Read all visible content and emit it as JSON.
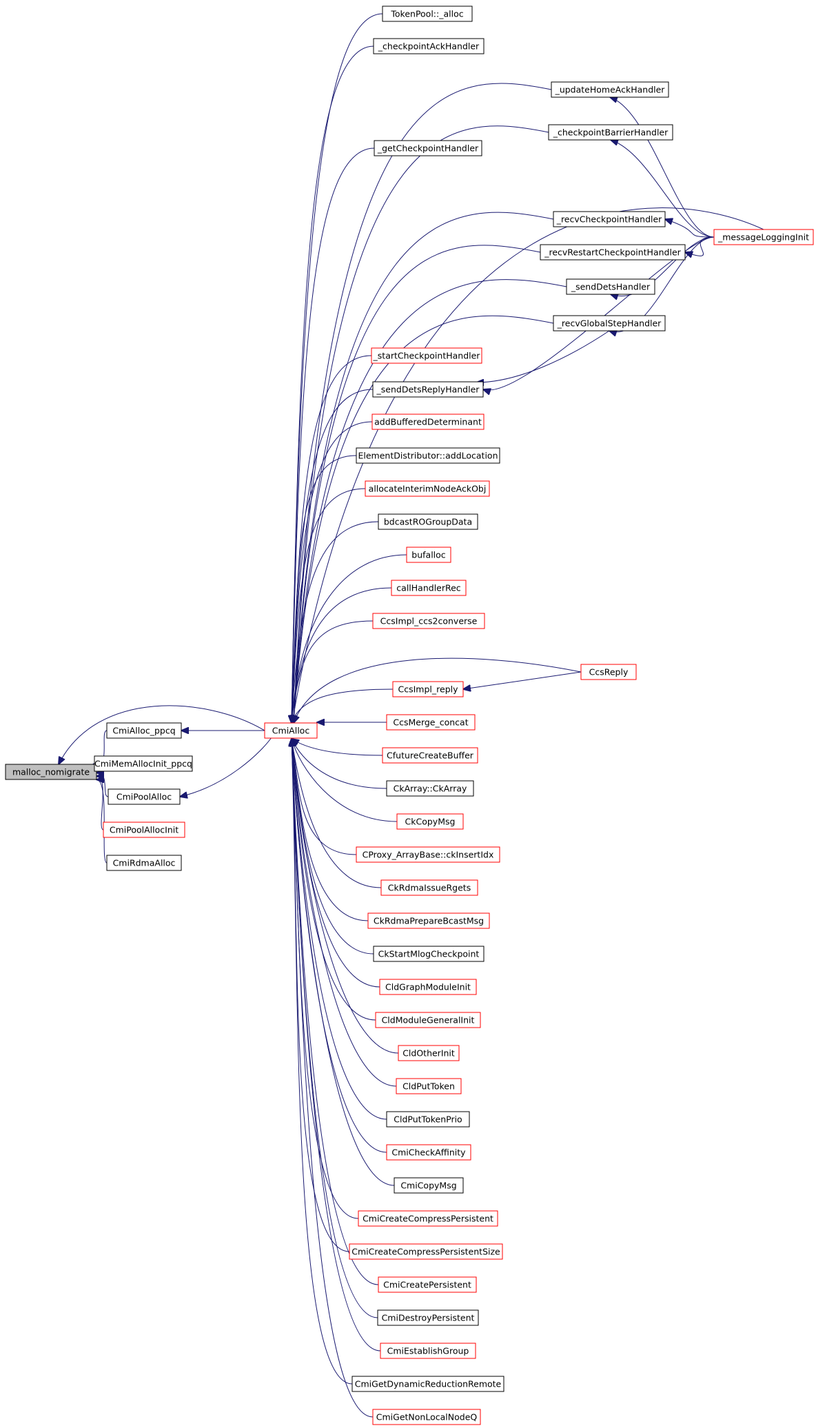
{
  "colors": {
    "edge": "#191970",
    "border_normal": "#000000",
    "border_truncated": "#ff0000",
    "focus_fill": "#bfbfbf"
  },
  "graph": {
    "root": "malloc_nomigrate",
    "nodes": {
      "malloc_nomigrate": {
        "label": "malloc_nomigrate",
        "style": "focus"
      },
      "CmiAlloc_ppcq": {
        "label": "CmiAlloc_ppcq",
        "style": "black"
      },
      "CmiMemAllocInit_ppcq": {
        "label": "CmiMemAllocInit_ppcq",
        "style": "black"
      },
      "CmiPoolAlloc": {
        "label": "CmiPoolAlloc",
        "style": "black"
      },
      "CmiPoolAllocInit": {
        "label": "CmiPoolAllocInit",
        "style": "red"
      },
      "CmiRdmaAlloc": {
        "label": "CmiRdmaAlloc",
        "style": "black"
      },
      "CmiAlloc": {
        "label": "CmiAlloc",
        "style": "red"
      },
      "TokenPool_alloc": {
        "label": "TokenPool::_alloc",
        "style": "black"
      },
      "checkpointAckHandler": {
        "label": "_checkpointAckHandler",
        "style": "black"
      },
      "updateHomeAckHandler": {
        "label": "_updateHomeAckHandler",
        "style": "black"
      },
      "checkpointBarrierHandler": {
        "label": "_checkpointBarrierHandler",
        "style": "black"
      },
      "getCheckpointHandler": {
        "label": "_getCheckpointHandler",
        "style": "black"
      },
      "messageLoggingInit": {
        "label": "_messageLoggingInit",
        "style": "red"
      },
      "recvCheckpointHandler": {
        "label": "_recvCheckpointHandler",
        "style": "black"
      },
      "recvRestartCheckpointHandler": {
        "label": "_recvRestartCheckpointHandler",
        "style": "black"
      },
      "sendDetsHandler": {
        "label": "_sendDetsHandler",
        "style": "black"
      },
      "recvGlobalStepHandler": {
        "label": "_recvGlobalStepHandler",
        "style": "black"
      },
      "startCheckpointHandler": {
        "label": "_startCheckpointHandler",
        "style": "red"
      },
      "sendDetsReplyHandler": {
        "label": "_sendDetsReplyHandler",
        "style": "black"
      },
      "addBufferedDeterminant": {
        "label": "addBufferedDeterminant",
        "style": "red"
      },
      "ElementDistributor_addLocation": {
        "label": "ElementDistributor::addLocation",
        "style": "black"
      },
      "allocateInterimNodeAckObj": {
        "label": "allocateInterimNodeAckObj",
        "style": "red"
      },
      "bdcastROGroupData": {
        "label": "bdcastROGroupData",
        "style": "black"
      },
      "bufalloc": {
        "label": "bufalloc",
        "style": "red"
      },
      "callHandlerRec": {
        "label": "callHandlerRec",
        "style": "red"
      },
      "CcsImpl_ccs2converse": {
        "label": "CcsImpl_ccs2converse",
        "style": "red"
      },
      "CcsReply": {
        "label": "CcsReply",
        "style": "red"
      },
      "CcsImpl_reply": {
        "label": "CcsImpl_reply",
        "style": "red"
      },
      "CcsMerge_concat": {
        "label": "CcsMerge_concat",
        "style": "red"
      },
      "CfutureCreateBuffer": {
        "label": "CfutureCreateBuffer",
        "style": "red"
      },
      "CkArray_CkArray": {
        "label": "CkArray::CkArray",
        "style": "black"
      },
      "CkCopyMsg": {
        "label": "CkCopyMsg",
        "style": "red"
      },
      "CProxy_ArrayBase_ckInsertIdx": {
        "label": "CProxy_ArrayBase::ckInsertIdx",
        "style": "red"
      },
      "CkRdmaIssueRgets": {
        "label": "CkRdmaIssueRgets",
        "style": "red"
      },
      "CkRdmaPrepareBcastMsg": {
        "label": "CkRdmaPrepareBcastMsg",
        "style": "red"
      },
      "CkStartMlogCheckpoint": {
        "label": "CkStartMlogCheckpoint",
        "style": "black"
      },
      "CldGraphModuleInit": {
        "label": "CldGraphModuleInit",
        "style": "red"
      },
      "CldModuleGeneralInit": {
        "label": "CldModuleGeneralInit",
        "style": "red"
      },
      "CldOtherInit": {
        "label": "CldOtherInit",
        "style": "red"
      },
      "CldPutToken": {
        "label": "CldPutToken",
        "style": "red"
      },
      "CldPutTokenPrio": {
        "label": "CldPutTokenPrio",
        "style": "black"
      },
      "CmiCheckAffinity": {
        "label": "CmiCheckAffinity",
        "style": "red"
      },
      "CmiCopyMsg": {
        "label": "CmiCopyMsg",
        "style": "black"
      },
      "CmiCreateCompressPersistent": {
        "label": "CmiCreateCompressPersistent",
        "style": "red"
      },
      "CmiCreateCompressPersistentSize": {
        "label": "CmiCreateCompressPersistentSize",
        "style": "red"
      },
      "CmiCreatePersistent": {
        "label": "CmiCreatePersistent",
        "style": "red"
      },
      "CmiDestroyPersistent": {
        "label": "CmiDestroyPersistent",
        "style": "black"
      },
      "CmiEstablishGroup": {
        "label": "CmiEstablishGroup",
        "style": "red"
      },
      "CmiGetDynamicReductionRemote": {
        "label": "CmiGetDynamicReductionRemote",
        "style": "black"
      },
      "CmiGetNonLocalNodeQ": {
        "label": "CmiGetNonLocalNodeQ",
        "style": "red"
      }
    }
  }
}
